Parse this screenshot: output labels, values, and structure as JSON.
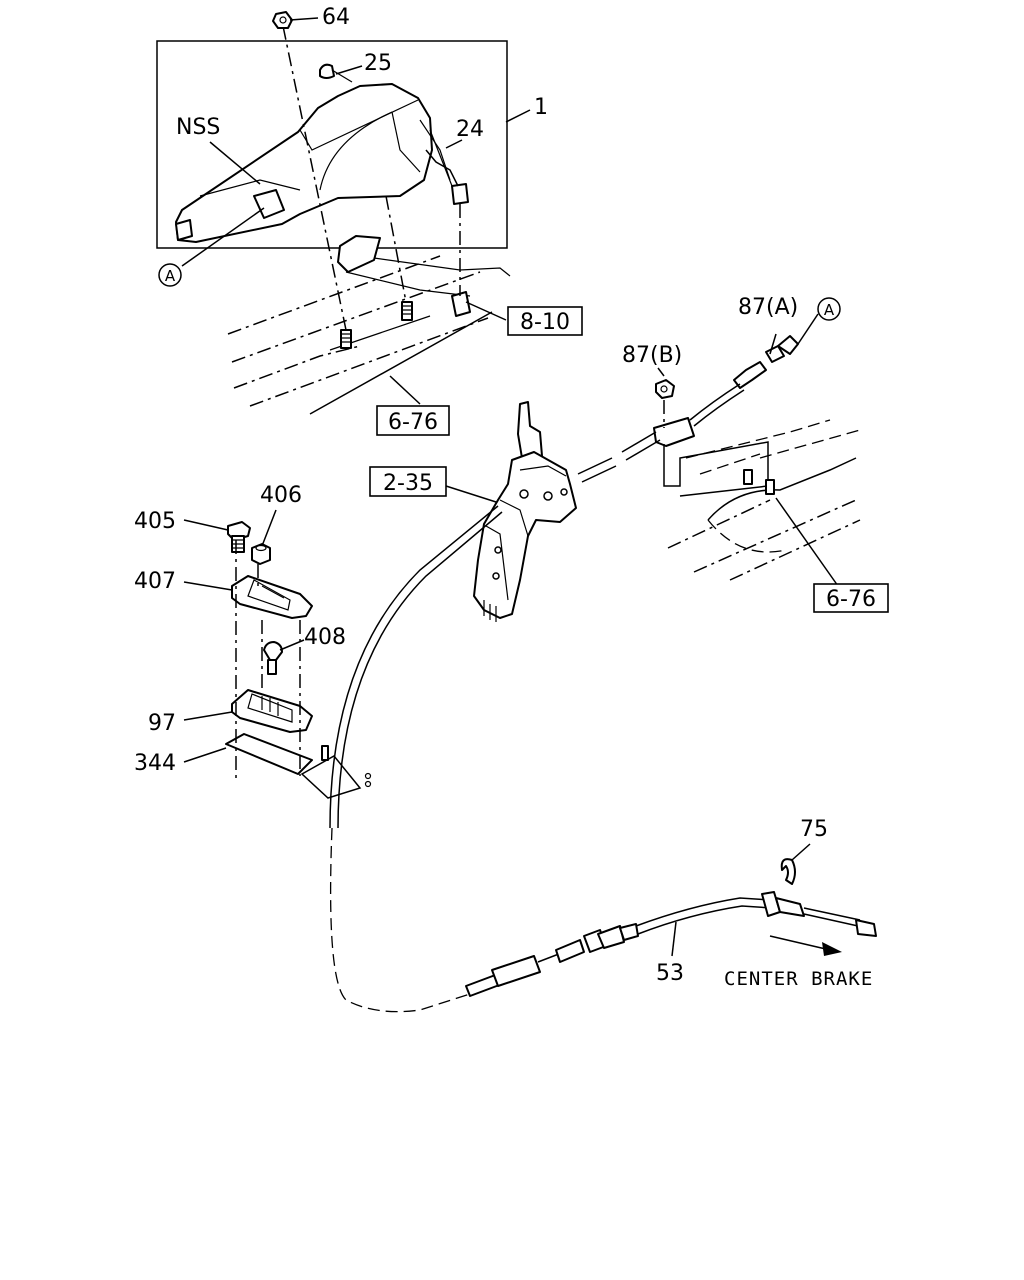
{
  "callouts": {
    "p64": "64",
    "p25": "25",
    "p1": "1",
    "p24": "24",
    "nss": "NSS",
    "p87a": "87(A)",
    "p87b": "87(B)",
    "p406": "406",
    "p405": "405",
    "p407": "407",
    "p408": "408",
    "p97": "97",
    "p344": "344",
    "p75": "75",
    "p53": "53"
  },
  "refs": {
    "ref_8_10": "8-10",
    "ref_6_76_top": "6-76",
    "ref_2_35": "2-35",
    "ref_6_76_right": "6-76"
  },
  "markers": {
    "a_left": "A",
    "a_right": "A"
  },
  "notes": {
    "center_brake": "CENTER BRAKE"
  }
}
